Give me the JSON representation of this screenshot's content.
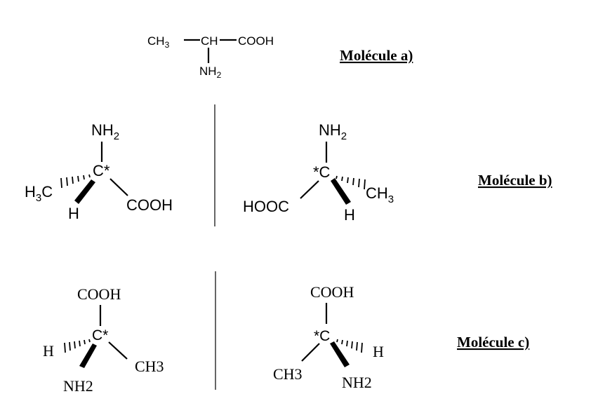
{
  "molecule_a": {
    "caption": "Molécule a)",
    "ch3": "CH",
    "ch3_sub": "3",
    "ch": "CH",
    "cooh": "COOH",
    "nh2": "NH",
    "nh2_sub": "2"
  },
  "molecule_b": {
    "caption": "Molécule b)",
    "left": {
      "nh2": "NH",
      "nh2_sub": "2",
      "carbon": "C*",
      "h3c_h": "H",
      "h3c_sub": "3",
      "h3c_c": "C",
      "h": "H",
      "cooh": "COOH"
    },
    "right": {
      "nh2": "NH",
      "nh2_sub": "2",
      "carbon": "*C",
      "ch3": "CH",
      "ch3_sub": "3",
      "h": "H",
      "hooc": "HOOC"
    }
  },
  "molecule_c": {
    "caption": "Molécule c)",
    "left": {
      "cooh": "COOH",
      "carbon": "C*",
      "h": "H",
      "ch3": "CH3",
      "nh2": "NH2"
    },
    "right": {
      "cooh": "COOH",
      "carbon": "*C",
      "h": "H",
      "ch3": "CH3",
      "nh2": "NH2"
    }
  }
}
